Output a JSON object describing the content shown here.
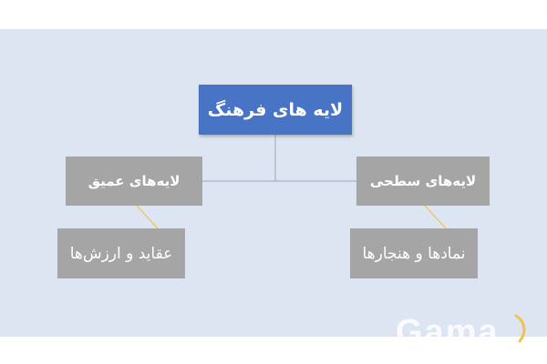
{
  "diagram": {
    "root": {
      "label": "لایه های فرهنگ"
    },
    "branches": [
      {
        "label": "لایه‌های عمیق",
        "child": {
          "label": "عقاید و ارزش‌ها"
        }
      },
      {
        "label": "لایه‌های سطحی",
        "child": {
          "label": "نمادها و هنجارها"
        }
      }
    ]
  },
  "watermark": {
    "text": "Gama"
  },
  "colors": {
    "slide_background": "#dde5f3",
    "root_box": "#4774c5",
    "node_box": "#a5a5a5",
    "connector": "#a0a8b8",
    "leaf_connector": "#f2c34a",
    "watermark": "#ffffff"
  }
}
